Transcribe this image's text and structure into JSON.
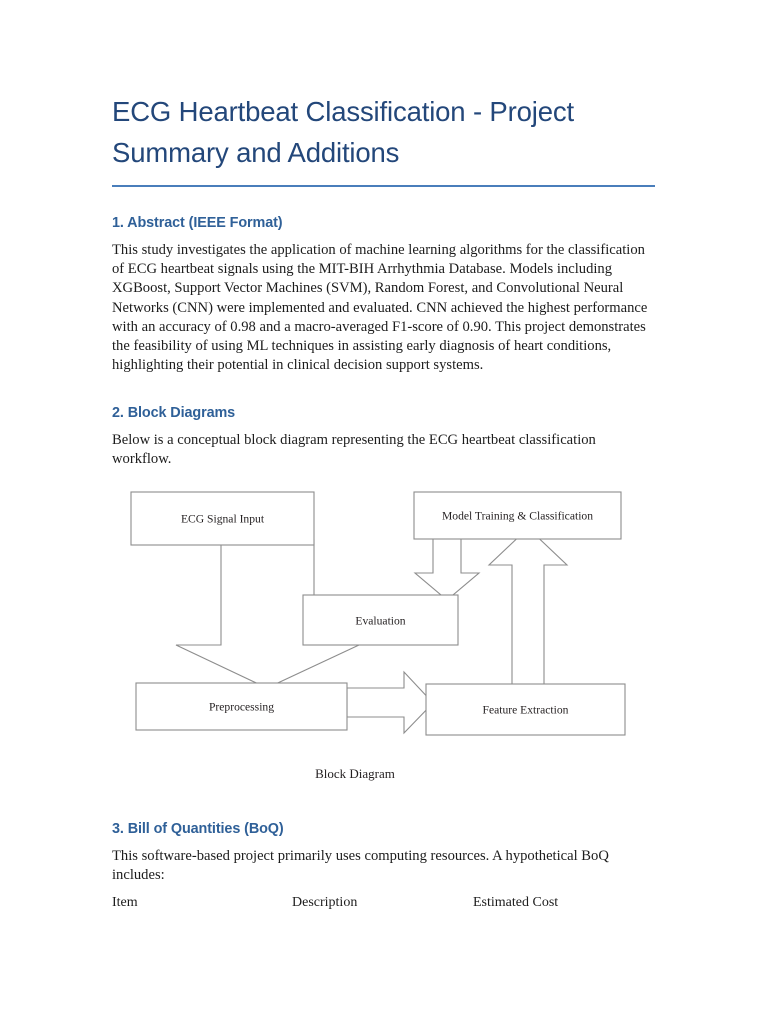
{
  "document": {
    "title": "ECG Heartbeat Classification - Project Summary and Additions",
    "accent_rule_color": "#4a7ebb",
    "title_color": "#23477a",
    "heading_color": "#2f6098"
  },
  "sections": {
    "abstract": {
      "heading": "1. Abstract (IEEE Format)",
      "paragraph": "This study investigates the application of machine learning algorithms for the classification of ECG heartbeat signals using the MIT-BIH Arrhythmia Database. Models including XGBoost, Support Vector Machines (SVM), Random Forest, and Convolutional Neural Networks (CNN) were implemented and evaluated. CNN achieved the highest performance with an accuracy of 0.98 and a macro-averaged F1-score of 0.90. This project demonstrates the feasibility of using ML techniques in assisting early diagnosis of heart conditions, highlighting their potential in clinical decision support systems."
    },
    "block_diagrams": {
      "heading": "2. Block Diagrams",
      "paragraph": "Below is a conceptual block diagram representing the ECG heartbeat classification workflow.",
      "caption": "Block Diagram",
      "nodes": {
        "input": "ECG Signal Input",
        "model": "Model Training & Classification",
        "evaluation": "Evaluation",
        "preprocessing": "Preprocessing",
        "feature_extraction": "Feature Extraction"
      }
    },
    "boq": {
      "heading": "3. Bill of Quantities (BoQ)",
      "paragraph": "This software-based project primarily uses computing resources. A hypothetical BoQ includes:",
      "table": {
        "columns": [
          "Item",
          "Description",
          "Estimated Cost"
        ],
        "rows": []
      }
    }
  }
}
